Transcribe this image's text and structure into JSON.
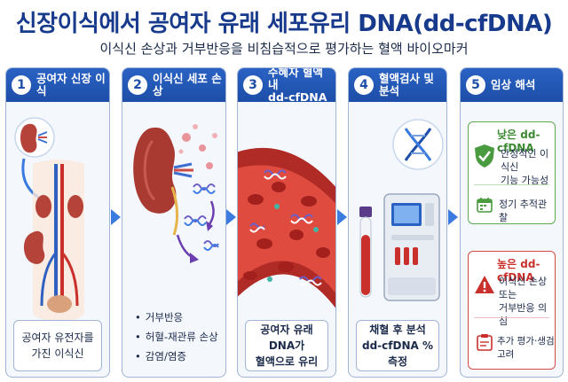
{
  "title": "신장이식에서 공여자 유래 세포유리 DNA(dd-cfDNA)",
  "subtitle": "이식신 손상과 거부반응을 비침습적으로 평가하는 혈액 바이오마커",
  "colors": {
    "header_blue": "#1d4ea8",
    "title_blue": "#173a8c",
    "green": "#4a9a3f",
    "red": "#c9302c"
  },
  "steps": [
    {
      "number": "1",
      "title": "공여자 신장 이식",
      "caption": [
        "공여자 유전자를",
        "가진 이식신"
      ],
      "icon": "kidney-transplant-icon"
    },
    {
      "number": "2",
      "title": "이식신 세포 손상",
      "bullets": [
        "거부반응",
        "허혈-재관류 손상",
        "감염/염증"
      ],
      "icon": "damaged-kidney-icon"
    },
    {
      "number": "3",
      "title_lines": [
        "수혜자 혈액 내",
        "dd-cfDNA"
      ],
      "caption": [
        "공여자 유래 DNA가",
        "혈액으로 유리"
      ],
      "icon": "blood-vessel-icon"
    },
    {
      "number": "4",
      "title": "혈액검사 및 분석",
      "caption": [
        "채혈 후 분석",
        "dd-cfDNA % 측정"
      ],
      "icon": "analyzer-icon"
    },
    {
      "number": "5",
      "title": "임상 해석",
      "low": {
        "title": "낮은 dd-cfDNA",
        "text": [
          "안정적인 이식신",
          "기능 가능성"
        ],
        "action": "정기 추적관찰"
      },
      "high": {
        "title": "높은 dd-cfDNA",
        "text": [
          "이식신 손상 또는",
          "거부반응 의심"
        ],
        "action": "추가 평가·생검 고려"
      }
    }
  ]
}
